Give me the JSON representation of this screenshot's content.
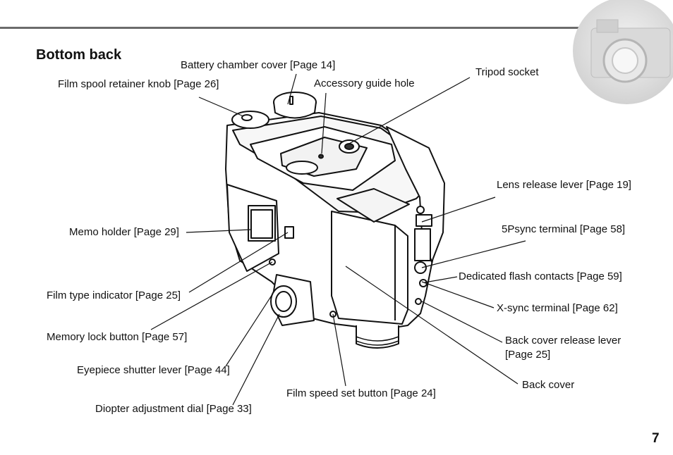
{
  "page": {
    "title": "Bottom back",
    "number": "7"
  },
  "labels": {
    "battery_chamber_cover": "Battery chamber cover [Page 14]",
    "film_spool_retainer_knob": "Film spool retainer knob [Page 26]",
    "accessory_guide_hole": "Accessory guide hole",
    "tripod_socket": "Tripod socket",
    "lens_release_lever": "Lens release lever [Page 19]",
    "memo_holder": "Memo holder [Page 29]",
    "psync_terminal": "5Psync terminal [Page 58]",
    "dedicated_flash_contacts": "Dedicated flash contacts [Page 59]",
    "film_type_indicator": "Film type indicator [Page 25]",
    "x_sync_terminal": "X-sync terminal [Page 62]",
    "memory_lock_button": "Memory lock button [Page 57]",
    "back_cover_release_lever_line1": "Back cover release lever",
    "back_cover_release_lever_line2": "[Page 25]",
    "eyepiece_shutter_lever": "Eyepiece shutter lever [Page 44]",
    "back_cover": "Back cover",
    "film_speed_set_button": "Film speed set button [Page 24]",
    "diopter_adjustment_dial": "Diopter adjustment dial [Page 33]"
  }
}
